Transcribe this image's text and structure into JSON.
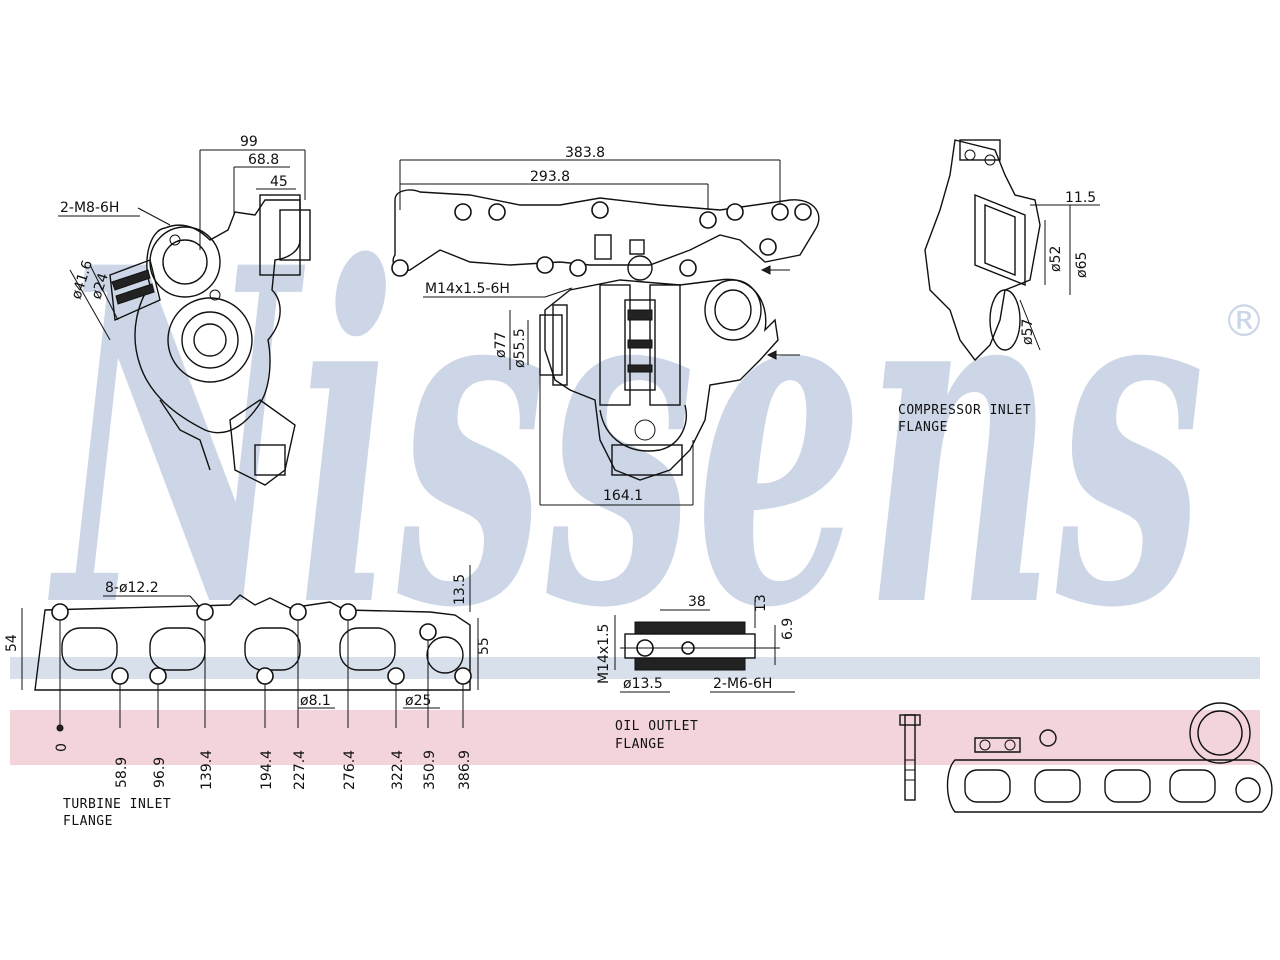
{
  "brand": {
    "watermark": "Nissens",
    "registered_mark": "®"
  },
  "top_left_view": {
    "dims": [
      "99",
      "68.8",
      "45"
    ],
    "thread_label": "2-M8-6H",
    "side_dims": [
      "ø41.6",
      "ø24"
    ]
  },
  "top_center_view": {
    "dims": [
      "383.8",
      "293.8",
      "164.1"
    ],
    "thread_label": "M14x1.5-6H",
    "side_dims": [
      "ø77",
      "ø55.5"
    ]
  },
  "compressor_inlet": {
    "dims": [
      "11.5",
      "ø52",
      "ø65",
      "ø57"
    ],
    "label_line1": "COMPRESSOR INLET",
    "label_line2": "FLANGE"
  },
  "turbine_inlet": {
    "holes_label": "8-ø12.2",
    "height_dims": [
      "54",
      "13.5",
      "55"
    ],
    "hole_dims": [
      "ø8.1",
      "ø25"
    ],
    "positions": [
      "0",
      "58.9",
      "96.9",
      "139.4",
      "194.4",
      "227.4",
      "276.4",
      "322.4",
      "350.9",
      "386.9"
    ],
    "label_line1": "TURBINE INLET",
    "label_line2": "FLANGE"
  },
  "oil_outlet": {
    "dims": [
      "38",
      "13",
      "6.9"
    ],
    "thread_side": "M14x1.5",
    "bore": "ø13.5",
    "thread_label": "2-M6-6H",
    "label_line1": "OIL OUTLET",
    "label_line2": "FLANGE"
  },
  "colors": {
    "watermark": "#ccd6e6",
    "band": "#f2d4da",
    "band_stripe": "#d8e0ec",
    "ink": "#111111"
  }
}
